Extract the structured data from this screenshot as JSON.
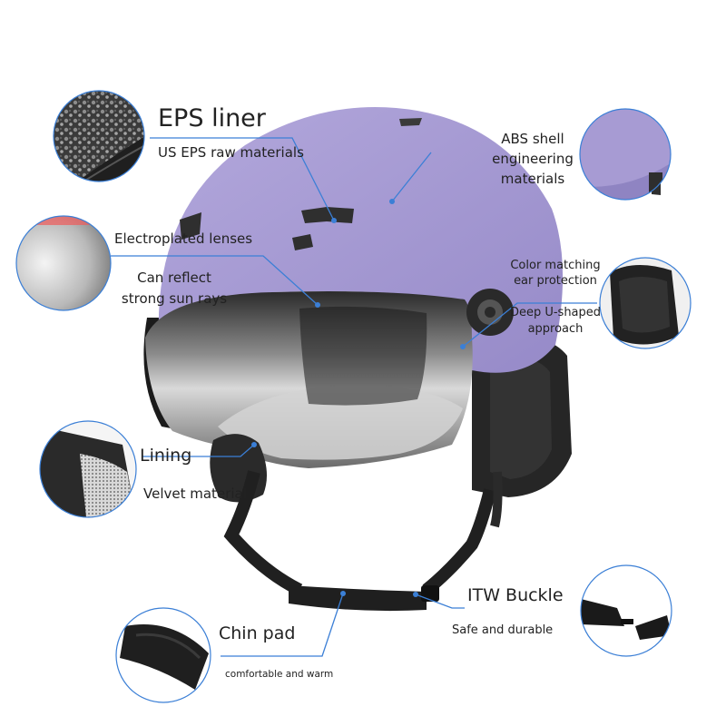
{
  "callouts": {
    "eps": {
      "title": "EPS liner",
      "subtitle": "US EPS raw materials"
    },
    "abs": {
      "line1": "ABS shell",
      "line2": "engineering",
      "line3": "materials"
    },
    "lens": {
      "title": "Electroplated lenses",
      "line1": "Can reflect",
      "line2": "strong sun rays"
    },
    "ear": {
      "line1": "Color matching",
      "line2": "ear protection",
      "line3": "Deep U-shaped",
      "line4": "approach"
    },
    "lining": {
      "title": "Lining",
      "subtitle": "Velvet material"
    },
    "buckle": {
      "title": "ITW Buckle",
      "subtitle": "Safe and durable"
    },
    "chin": {
      "title": "Chin pad",
      "subtitle": "comfortable and warm"
    }
  },
  "colors": {
    "shell": "#a79bd3",
    "shell_shadow": "#9186c4",
    "callout_line": "#3b7fd6",
    "pad": "#1f1f1f"
  }
}
